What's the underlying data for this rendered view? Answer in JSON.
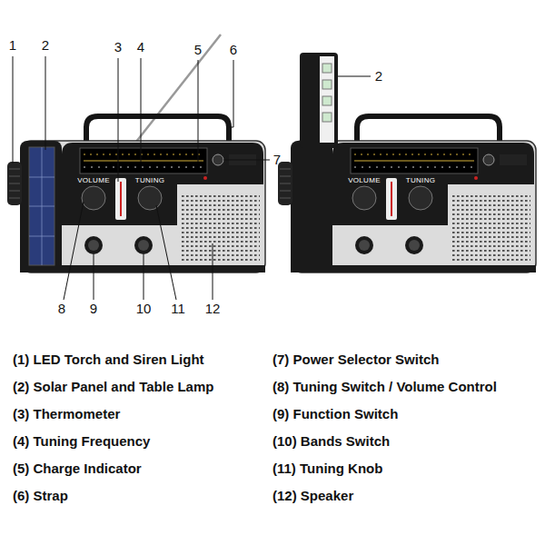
{
  "diagram": {
    "labels": [
      "1",
      "2",
      "3",
      "4",
      "5",
      "6",
      "7",
      "8",
      "9",
      "10",
      "11",
      "12",
      "2",
      "(1) LED Torch and Siren Light",
      "(2) Solar Panel and Table Lamp",
      "(3) Thermometer",
      "(4) Tuning Frequency",
      "(5) Charge Indicator",
      "(6) Strap",
      "(7) Power Selector Switch",
      "(8) Tuning Switch / Volume Control",
      "(9) Function Switch",
      "(10) Bands Switch",
      "(11) Tuning Knob",
      "(12) Speaker",
      "VOLUME",
      "TUNING",
      "VOLUME",
      "TUNING"
    ]
  }
}
